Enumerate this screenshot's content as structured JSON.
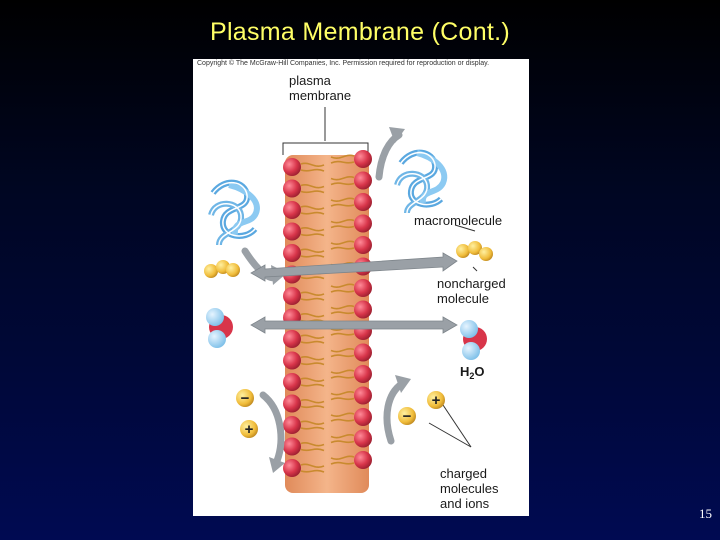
{
  "slide": {
    "title": "Plasma Membrane (Cont.)",
    "number": "15"
  },
  "figure": {
    "copyright": "Copyright © The McGraw-Hill Companies, Inc. Permission required for reproduction or display.",
    "labels": {
      "plasma_line1": "plasma",
      "plasma_line2": "membrane",
      "macromolecule": "macromolecule",
      "noncharged_line1": "noncharged",
      "noncharged_line2": "molecule",
      "water_h": "H",
      "water_2": "2",
      "water_o": "O",
      "charged_line1": "charged",
      "charged_line2": "molecules",
      "charged_line3": "and ions"
    },
    "ion_plus": "+",
    "ion_minus": "−",
    "colors": {
      "membrane": "#e8a070",
      "head": "#d8354a",
      "tail": "#d89a3a",
      "protein": "#6fb6e6",
      "noncharged": "#f2c040",
      "arrow": "#9aa0a6"
    }
  }
}
